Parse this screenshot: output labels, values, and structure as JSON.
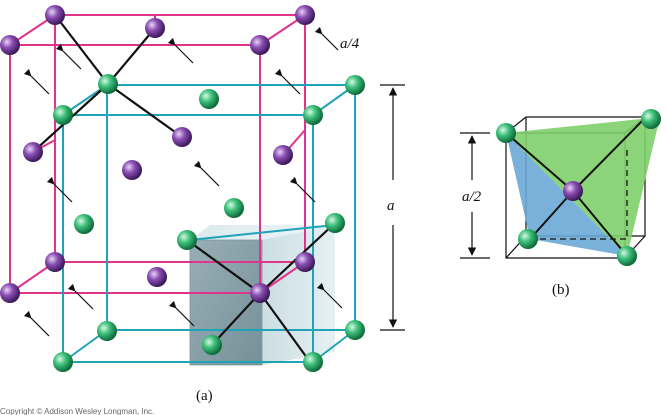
{
  "figure": {
    "panel_a_caption": "(a)",
    "panel_b_caption": "(b)",
    "label_a_over_4": "a/4",
    "label_a": "a",
    "label_a_over_2": "a/2",
    "copyright": "Copyright © Addison Wesley Longman, Inc."
  },
  "colors": {
    "magenta_lattice": "#e0338a",
    "cyan_lattice": "#1fa3b7",
    "green_atom": "#2fb06a",
    "purple_atom": "#7d3fa6",
    "bond": "#111111",
    "shaded_cube": "#a9c4cc",
    "tetra_green": "#7fcf6a",
    "tetra_blue": "#6aa9d6"
  }
}
